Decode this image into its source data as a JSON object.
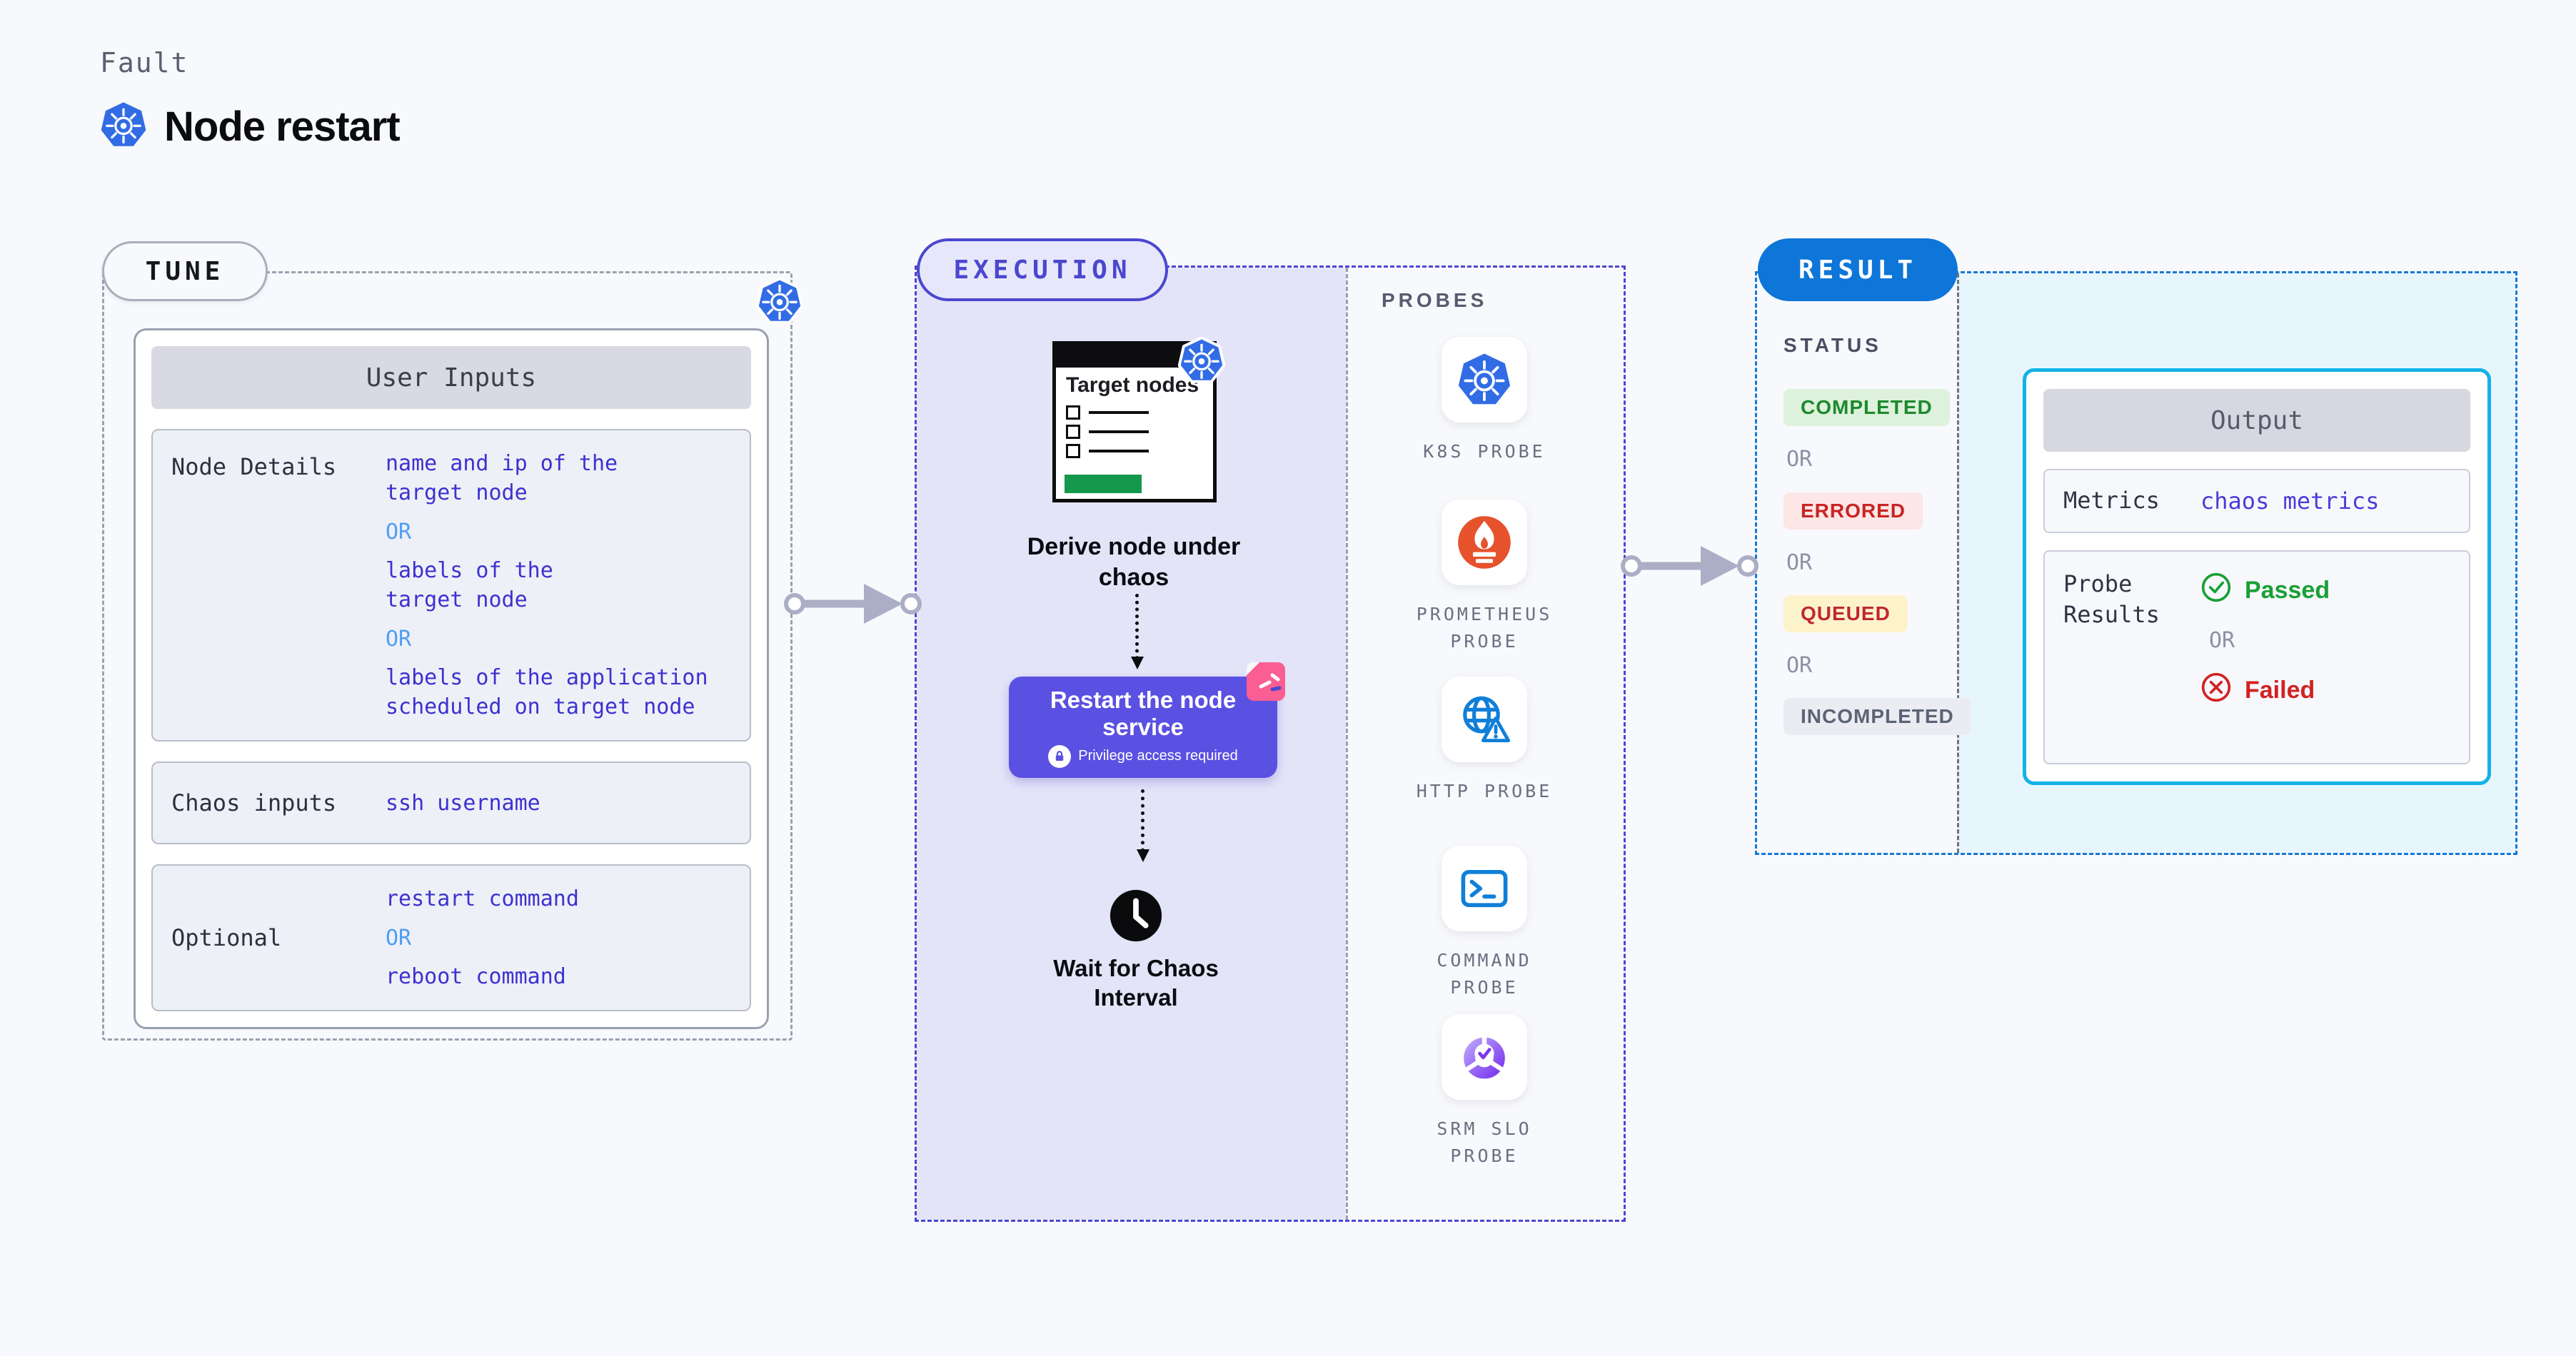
{
  "page": {
    "kicker": "Fault",
    "title": "Node restart"
  },
  "tune": {
    "pill": "TUNE",
    "table_header": "User Inputs",
    "rows": [
      {
        "label": "Node Details",
        "lines": [
          "name and ip of the\ntarget node",
          "OR",
          "labels of the\ntarget node",
          "OR",
          "labels of the application\nscheduled on target node"
        ]
      },
      {
        "label": "Chaos inputs",
        "lines": [
          "ssh username"
        ]
      },
      {
        "label": "Optional",
        "lines": [
          "restart command",
          "OR",
          "reboot command"
        ]
      }
    ]
  },
  "execution": {
    "pill": "EXECUTION",
    "clipboard_title": "Target nodes",
    "step_derive": "Derive node under chaos",
    "action_title": "Restart the node service",
    "action_note": "Privilege access required",
    "step_wait": "Wait for Chaos Interval",
    "probes_heading": "PROBES",
    "probes": [
      {
        "label": "K8S PROBE",
        "icon": "kubernetes-icon"
      },
      {
        "label": "PROMETHEUS\nPROBE",
        "icon": "prometheus-icon"
      },
      {
        "label": "HTTP PROBE",
        "icon": "http-globe-warning-icon"
      },
      {
        "label": "COMMAND\nPROBE",
        "icon": "command-terminal-icon"
      },
      {
        "label": "SRM SLO\nPROBE",
        "icon": "srm-slo-donut-check-icon"
      }
    ]
  },
  "result": {
    "pill": "RESULT",
    "status_heading": "STATUS",
    "statuses": [
      "COMPLETED",
      "OR",
      "ERRORED",
      "OR",
      "QUEUED",
      "OR",
      "INCOMPLETED"
    ],
    "output": {
      "header": "Output",
      "metrics_label": "Metrics",
      "metrics_value": "chaos metrics",
      "probe_results_label": "Probe\nResults",
      "passed": "Passed",
      "or": "OR",
      "failed": "Failed"
    }
  },
  "colors": {
    "k8s_blue": "#326ce5",
    "execution_indigo": "#4b47cf",
    "result_blue": "#0d76d8",
    "output_cyan": "#14b2e6",
    "action_purple": "#5a50e2",
    "value_blue": "#3c32d0",
    "or_blue": "#4f9ef2",
    "passed_green": "#19a035",
    "failed_red": "#d32222",
    "prometheus_orange": "#e6522c",
    "http_probe_blue": "#0f7fd8",
    "srm_purple": "#7c3aed",
    "chaos_pink": "#fa5e92",
    "arrow_gray": "#abaec5"
  }
}
